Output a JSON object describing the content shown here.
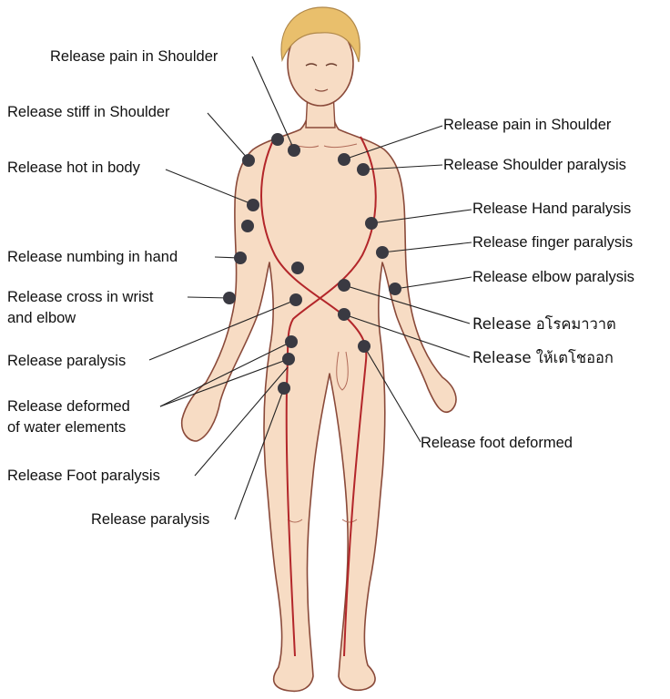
{
  "labels": {
    "pain_shoulder_left": "Release pain in Shoulder",
    "stiff_shoulder": "Release stiff in Shoulder",
    "hot_body": "Release hot in body",
    "numbing_hand": "Release numbing in hand",
    "cross_wrist_line1": "Release cross in wrist",
    "cross_wrist_line2": "and elbow",
    "paralysis_upper": "Release paralysis",
    "deformed_water_line1": "Release deformed",
    "deformed_water_line2": "of water elements",
    "foot_paralysis": "Release Foot paralysis",
    "paralysis_lower": "Release paralysis",
    "pain_shoulder_right": "Release pain in Shoulder",
    "shoulder_paralysis": "Release Shoulder paralysis",
    "hand_paralysis": "Release Hand paralysis",
    "finger_paralysis": "Release finger paralysis",
    "elbow_paralysis": "Release elbow paralysis",
    "thai_1": "Release อโรคมาวาต",
    "thai_2": "Release ให้เตโชออก",
    "foot_deformed": "Release foot deformed"
  },
  "colors": {
    "skin": "#f7dcc4",
    "skin_outline": "#8a4a3a",
    "hair": "#e9bf6c",
    "meridian": "#b3262a",
    "point": "#3a3a42",
    "leader": "#222222"
  }
}
